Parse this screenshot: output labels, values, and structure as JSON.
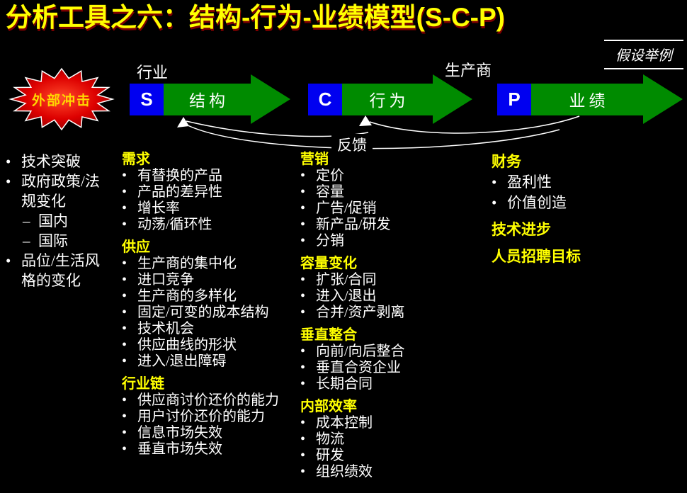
{
  "slide": {
    "title": "分析工具之六：结构-行为-业绩模型(S-C-P)",
    "corner_tag": "假设举例"
  },
  "diagram": {
    "shock_label": "外部冲击",
    "industry_label": "行业",
    "producer_label": "生产商",
    "feedback_label": "反馈",
    "arrows": [
      {
        "letter": "S",
        "label": "结构"
      },
      {
        "letter": "C",
        "label": "行为"
      },
      {
        "letter": "P",
        "label": "业绩"
      }
    ]
  },
  "columns": [
    {
      "name": "external-shocks",
      "blocks": [
        {
          "header": "",
          "items": [
            {
              "text": "技术突破"
            },
            {
              "text": "政府政策/法规变化"
            },
            {
              "text": "国内",
              "level": 2
            },
            {
              "text": "国际",
              "level": 2
            },
            {
              "text": "品位/生活风格的变化"
            }
          ]
        }
      ]
    },
    {
      "name": "structure",
      "blocks": [
        {
          "header": "需求",
          "items": [
            {
              "text": "有替换的产品"
            },
            {
              "text": "产品的差异性"
            },
            {
              "text": "增长率"
            },
            {
              "text": "动荡/循环性"
            }
          ]
        },
        {
          "header": "供应",
          "items": [
            {
              "text": "生产商的集中化"
            },
            {
              "text": "进口竞争"
            },
            {
              "text": "生产商的多样化"
            },
            {
              "text": "固定/可变的成本结构"
            },
            {
              "text": "技术机会"
            },
            {
              "text": "供应曲线的形状"
            },
            {
              "text": "进入/退出障碍"
            }
          ]
        },
        {
          "header": "行业链",
          "items": [
            {
              "text": "供应商讨价还价的能力"
            },
            {
              "text": "用户讨价还价的能力"
            },
            {
              "text": "信息市场失效"
            },
            {
              "text": "垂直市场失效"
            }
          ]
        }
      ]
    },
    {
      "name": "conduct",
      "blocks": [
        {
          "header": "营销",
          "items": [
            {
              "text": "定价"
            },
            {
              "text": "容量"
            },
            {
              "text": "广告/促销"
            },
            {
              "text": "新产品/研发"
            },
            {
              "text": "分销"
            }
          ]
        },
        {
          "header": "容量变化",
          "items": [
            {
              "text": "扩张/合同"
            },
            {
              "text": "进入/退出"
            },
            {
              "text": "合并/资产剥离"
            }
          ]
        },
        {
          "header": "垂直整合",
          "items": [
            {
              "text": "向前/向后整合"
            },
            {
              "text": "垂直合资企业"
            },
            {
              "text": "长期合同"
            }
          ]
        },
        {
          "header": "内部效率",
          "items": [
            {
              "text": "成本控制"
            },
            {
              "text": "物流"
            },
            {
              "text": "研发"
            },
            {
              "text": "组织绩效"
            }
          ]
        }
      ]
    },
    {
      "name": "performance",
      "blocks": [
        {
          "header": "财务",
          "items": [
            {
              "text": "盈利性"
            },
            {
              "text": "价值创造"
            }
          ]
        },
        {
          "header": "技术进步",
          "items": []
        },
        {
          "header": "人员招聘目标",
          "items": []
        }
      ]
    }
  ],
  "colors": {
    "background": "#000000",
    "title_yellow": "#FFFF00",
    "header_yellow": "#FFFF00",
    "body_white": "#FFFFFF",
    "arrow_green": "#008B00",
    "box_blue": "#0000F0",
    "star_red": "#CC0000",
    "star_text_gold": "#FFD700"
  }
}
